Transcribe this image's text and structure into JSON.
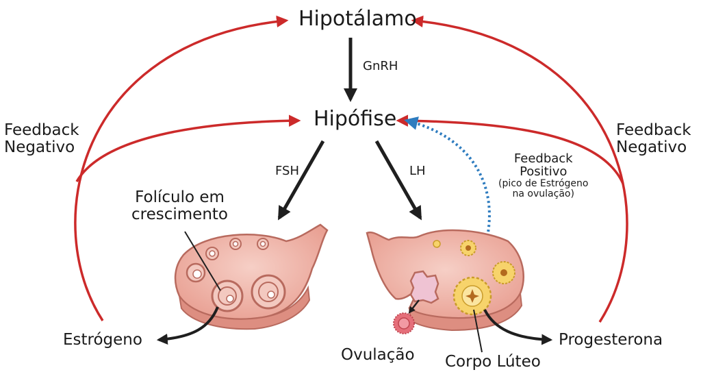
{
  "nodes": {
    "hypothalamus": "Hipotálamo",
    "pituitary": "Hipófise",
    "estrogen": "Estrógeno",
    "progesterone": "Progesterona",
    "ovulation": "Ovulação",
    "corpus_luteum": "Corpo Lúteo",
    "growing_follicle_line1": "Folículo em",
    "growing_follicle_line2": "crescimento"
  },
  "hormones": {
    "gnrh": "GnRH",
    "fsh": "FSH",
    "lh": "LH"
  },
  "feedback": {
    "negative_left_line1": "Feedback",
    "negative_left_line2": "Negativo",
    "negative_right_line1": "Feedback",
    "negative_right_line2": "Negativo",
    "positive_line1": "Feedback",
    "positive_line2": "Positivo",
    "positive_note_line1": "(pico de Estrógeno",
    "positive_note_line2": "na ovulação)"
  },
  "colors": {
    "negative_feedback": "#cc2a2a",
    "positive_feedback": "#2e7cbf",
    "arrow": "#1f1f1f",
    "ovary_fill": "#efb3a7",
    "ovary_outline": "#b86a5e",
    "corpus_luteum": "#f7d36b"
  }
}
